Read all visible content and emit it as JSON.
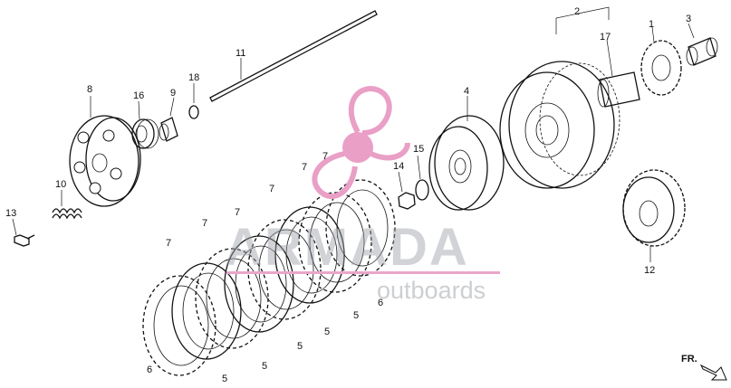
{
  "callouts": {
    "c1": "1",
    "c2": "2",
    "c3": "3",
    "c4": "4",
    "c5": "5",
    "c6": "6",
    "c7": "7",
    "c8": "8",
    "c9": "9",
    "c10": "10",
    "c11": "11",
    "c12": "12",
    "c13": "13",
    "c14": "14",
    "c15": "15",
    "c16": "16",
    "c17": "17",
    "c18": "18"
  },
  "watermark": {
    "brand": "ARMADA",
    "tagline": "outboards",
    "logo_color": "#e99fc6",
    "underline_color": "#e9a6c9"
  },
  "direction": {
    "label": "FR."
  }
}
